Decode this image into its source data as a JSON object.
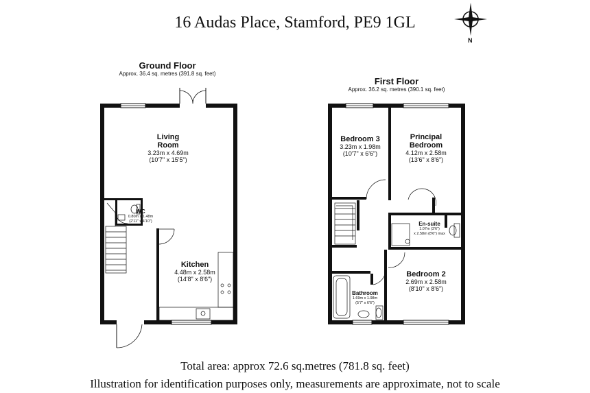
{
  "header": {
    "address": "16 Audas Place, Stamford, PE9 1GL"
  },
  "compass": {
    "north_label": "N"
  },
  "ground_floor": {
    "title": "Ground Floor",
    "area": "Approx. 36.4 sq. metres (391.8 sq. feet)",
    "rooms": {
      "living": {
        "name_line1": "Living",
        "name_line2": "Room",
        "metric": "3.23m x 4.69m",
        "imperial": "(10'7\" x 15'5\")"
      },
      "wc": {
        "name": "WC",
        "metric": "0.80m x 1.48m",
        "imperial": "(2'11\" x 4'10\")"
      },
      "kitchen": {
        "name": "Kitchen",
        "metric": "4.48m x 2.58m",
        "imperial": "(14'8\" x 8'6\")"
      }
    }
  },
  "first_floor": {
    "title": "First Floor",
    "area": "Approx. 36.2 sq. metres (390.1 sq. feet)",
    "rooms": {
      "bedroom3": {
        "name": "Bedroom 3",
        "metric": "3.23m x 1.98m",
        "imperial": "(10'7\" x 6'6\")"
      },
      "principal": {
        "name_line1": "Principal",
        "name_line2": "Bedroom",
        "metric": "4.12m x 2.58m",
        "imperial": "(13'6\" x 8'6\")"
      },
      "ensuite": {
        "name": "En-suite",
        "line1": "1.07m (3'6\")",
        "line2": "x 2.58m (8'6\") max"
      },
      "bedroom2": {
        "name": "Bedroom 2",
        "metric": "2.69m x 2.58m",
        "imperial": "(8'10\" x 8'6\")"
      },
      "bathroom": {
        "name": "Bathroom",
        "metric": "1.69m x 1.98m",
        "imperial": "(5'7\" x 6'6\")"
      }
    }
  },
  "footer": {
    "total_area": "Total area: approx 72.6 sq.metres (781.8 sq. feet)",
    "disclaimer": "Illustration for identification purposes only, measurements are approximate, not to scale"
  }
}
